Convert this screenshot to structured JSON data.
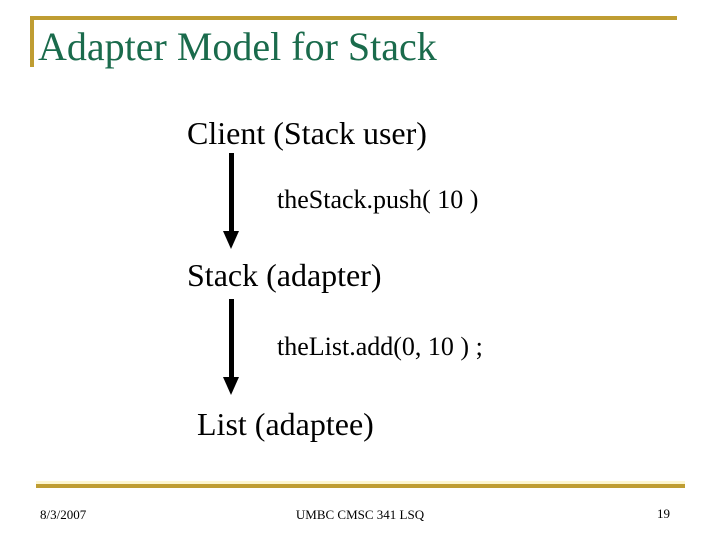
{
  "title": "Adapter Model for Stack",
  "diagram": {
    "nodes": [
      {
        "label": "Client (Stack user)"
      },
      {
        "label": "Stack (adapter)"
      },
      {
        "label": "List (adaptee)"
      }
    ],
    "calls": [
      {
        "label": "theStack.push( 10 )"
      },
      {
        "label": "theList.add(0, 10 ) ;"
      }
    ]
  },
  "footer": {
    "date": "8/3/2007",
    "course": "UMBC CMSC 341 LSQ",
    "page": "19"
  },
  "colors": {
    "title_green": "#1A6B4C",
    "accent_gold": "#BF9D32"
  }
}
